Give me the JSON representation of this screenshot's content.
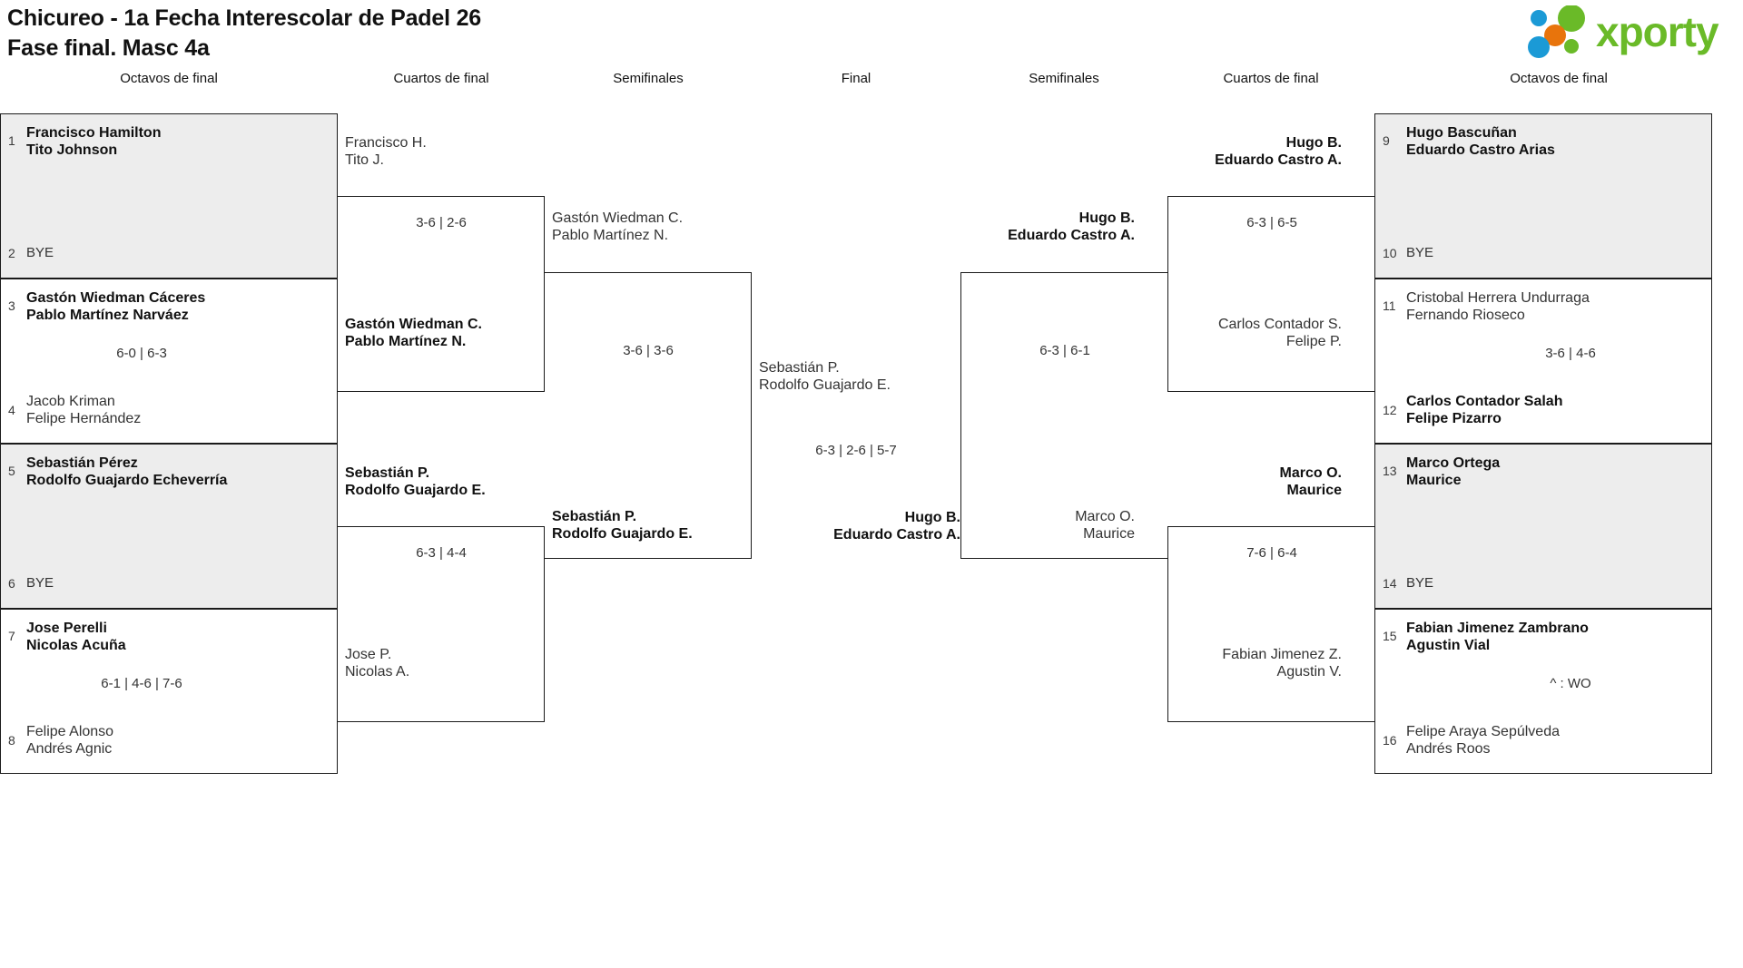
{
  "header": {
    "title_line1": "Chicureo - 1a Fecha Interescolar de Padel 26",
    "title_line2": "Fase final. Masc 4a",
    "logo_text": "xporty",
    "logo_colors": {
      "green": "#6aba28",
      "orange": "#e8740c",
      "blue": "#1b9ad6"
    }
  },
  "rounds": {
    "r1_left": "Octavos de final",
    "r2_left": "Cuartos de final",
    "r3_left": "Semifinales",
    "final": "Final",
    "r3_right": "Semifinales",
    "r2_right": "Cuartos de final",
    "r1_right": "Octavos de final"
  },
  "bracket_data": {
    "type": "single-elimination",
    "size": 16,
    "left": {
      "octavos": [
        {
          "seed": "1",
          "line1": "Francisco Hamilton",
          "line2": "Tito Johnson",
          "bye": false,
          "winner": true,
          "shaded": true
        },
        {
          "seed": "2",
          "line1": "BYE",
          "line2": "",
          "bye": true,
          "winner": false,
          "shaded": true
        },
        {
          "seed": "3",
          "line1": "Gastón Wiedman Cáceres",
          "line2": "Pablo Martínez Narváez",
          "bye": false,
          "winner": true,
          "shaded": false
        },
        {
          "seed": "4",
          "line1": "Jacob Kriman",
          "line2": "Felipe Hernández",
          "bye": false,
          "winner": false,
          "shaded": false
        },
        {
          "seed": "5",
          "line1": "Sebastián Pérez",
          "line2": "Rodolfo Guajardo Echeverría",
          "bye": false,
          "winner": true,
          "shaded": true
        },
        {
          "seed": "6",
          "line1": "BYE",
          "line2": "",
          "bye": true,
          "winner": false,
          "shaded": true
        },
        {
          "seed": "7",
          "line1": "Jose Perelli",
          "line2": "Nicolas Acuña",
          "bye": false,
          "winner": true,
          "shaded": false
        },
        {
          "seed": "8",
          "line1": "Felipe Alonso",
          "line2": "Andrés Agnic",
          "bye": false,
          "winner": false,
          "shaded": false
        }
      ],
      "octavos_scores": [
        "",
        "6-0 | 6-3",
        "",
        "6-1 | 4-6 | 7-6"
      ],
      "cuartos": [
        {
          "line1": "Francisco H.",
          "line2": "Tito J.",
          "winner": false
        },
        {
          "line1": "Gastón Wiedman C.",
          "line2": "Pablo Martínez N.",
          "winner": true
        },
        {
          "line1": "Sebastián P.",
          "line2": "Rodolfo Guajardo E.",
          "winner": true
        },
        {
          "line1": "Jose P.",
          "line2": "Nicolas A.",
          "winner": false
        }
      ],
      "cuartos_scores": [
        "3-6 | 2-6",
        "6-3 | 4-4"
      ],
      "semis": [
        {
          "line1": "Gastón Wiedman C.",
          "line2": "Pablo Martínez N.",
          "winner": false
        },
        {
          "line1": "Sebastián P.",
          "line2": "Rodolfo Guajardo E.",
          "winner": true
        }
      ],
      "semis_score": "3-6 | 3-6"
    },
    "final": {
      "top": {
        "line1": "Sebastián P.",
        "line2": "Rodolfo Guajardo E.",
        "winner": false
      },
      "bottom": {
        "line1": "Hugo B.",
        "line2": "Eduardo Castro A.",
        "winner": true
      },
      "score": "6-3 | 2-6 | 5-7"
    },
    "right": {
      "octavos": [
        {
          "seed": "9",
          "line1": "Hugo Bascuñan",
          "line2": "Eduardo Castro Arias",
          "bye": false,
          "winner": true,
          "shaded": true
        },
        {
          "seed": "10",
          "line1": "BYE",
          "line2": "",
          "bye": true,
          "winner": false,
          "shaded": true
        },
        {
          "seed": "11",
          "line1": "Cristobal Herrera Undurraga",
          "line2": "Fernando Rioseco",
          "bye": false,
          "winner": false,
          "shaded": false
        },
        {
          "seed": "12",
          "line1": "Carlos Contador Salah",
          "line2": "Felipe Pizarro",
          "bye": false,
          "winner": true,
          "shaded": false
        },
        {
          "seed": "13",
          "line1": "Marco Ortega",
          "line2": "Maurice",
          "bye": false,
          "winner": true,
          "shaded": true
        },
        {
          "seed": "14",
          "line1": "BYE",
          "line2": "",
          "bye": true,
          "winner": false,
          "shaded": true
        },
        {
          "seed": "15",
          "line1": "Fabian Jimenez Zambrano",
          "line2": "Agustin Vial",
          "bye": false,
          "winner": true,
          "shaded": false
        },
        {
          "seed": "16",
          "line1": "Felipe Araya Sepúlveda",
          "line2": "Andrés Roos",
          "bye": false,
          "winner": false,
          "shaded": false
        }
      ],
      "octavos_scores": [
        "",
        "3-6 | 4-6",
        "",
        "^ : WO"
      ],
      "cuartos": [
        {
          "line1": "Hugo B.",
          "line2": "Eduardo Castro A.",
          "winner": true
        },
        {
          "line1": "Carlos Contador S.",
          "line2": "Felipe P.",
          "winner": false
        },
        {
          "line1": "Marco O.",
          "line2": "Maurice",
          "winner": true
        },
        {
          "line1": "Fabian Jimenez Z.",
          "line2": "Agustin V.",
          "winner": false
        }
      ],
      "cuartos_scores": [
        "6-3 | 6-5",
        "7-6 | 6-4"
      ],
      "semis": [
        {
          "line1": "Hugo B.",
          "line2": "Eduardo Castro A.",
          "winner": true
        },
        {
          "line1": "Marco O.",
          "line2": "Maurice",
          "winner": false
        }
      ],
      "semis_score": "6-3 | 6-1"
    }
  }
}
